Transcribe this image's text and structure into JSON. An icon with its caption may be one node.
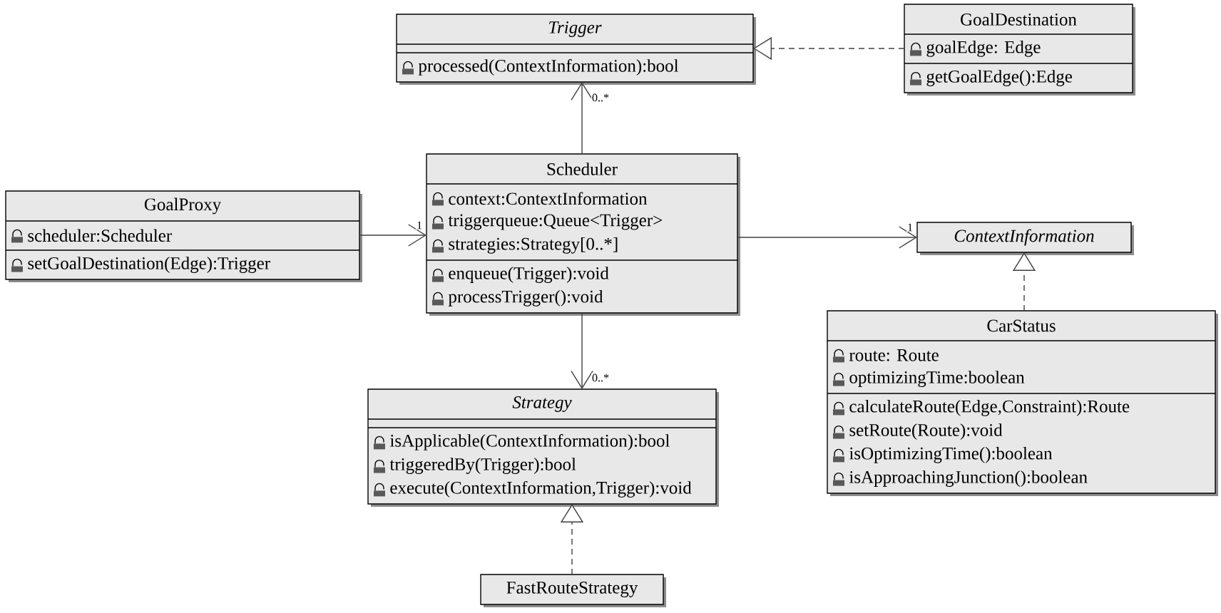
{
  "diagram": {
    "nodes": [
      {
        "text": [
          "Trigger",
          "processed(ContextInformation):bool"
        ]
      },
      {
        "text": [
          "GoalDestination",
          "goalEdge: Edge",
          "getGoalEdge():Edge"
        ]
      },
      {
        "text": [
          "GoalProxy",
          "scheduler:Scheduler",
          "setGoalDestination(Edge):Trigger"
        ]
      },
      {
        "text": [
          "Scheduler",
          "context:ContextInformation",
          "triggerqueue:Queue<Trigger>",
          "strategies:Strategy[0..*]",
          "enqueue(Trigger):void",
          "processTrigger():void"
        ]
      },
      {
        "text": [
          "ContextInformation"
        ]
      },
      {
        "text": [
          "CarStatus",
          "route: Route",
          "optimizingTime:boolean",
          "calculateRoute(Edge,Constraint):Route",
          "setRoute(Route):void",
          "isOptimizingTime():boolean",
          "isApproachingJunction():boolean"
        ]
      },
      {
        "text": [
          "Strategy",
          "isApplicable(ContextInformation):bool",
          "triggeredBy(Trigger):bool",
          "execute(ContextInformation,Trigger):void"
        ]
      },
      {
        "text": [
          "FastRouteStrategy"
        ]
      }
    ],
    "edges": [
      {
        "from": 3,
        "to": 0,
        "arrow": "to",
        "label": "0..*"
      },
      {
        "from": 1,
        "to": 0,
        "arrow": "to",
        "style": "dashed"
      },
      {
        "from": 2,
        "to": 3,
        "arrow": "to",
        "label": "1"
      },
      {
        "from": 3,
        "to": 4,
        "arrow": "to",
        "label": "1"
      },
      {
        "from": 5,
        "to": 4,
        "arrow": "to",
        "style": "dashed"
      },
      {
        "from": 3,
        "to": 6,
        "arrow": "to",
        "label": "0..*"
      },
      {
        "from": 7,
        "to": 6,
        "arrow": "to",
        "style": "dashed"
      }
    ]
  }
}
